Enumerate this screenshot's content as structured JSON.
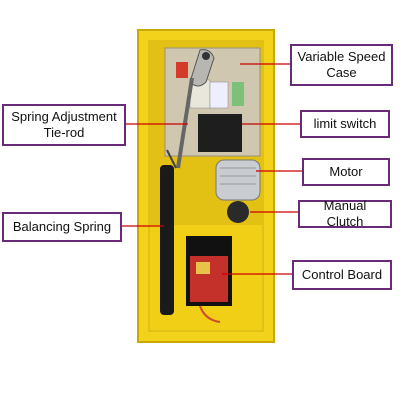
{
  "labels": {
    "variable_speed_case": "Variable Speed\nCase",
    "spring_adjustment": "Spring Adjustment\nTie-rod",
    "limit_switch": "limit switch",
    "motor": "Motor",
    "balancing_spring": "Balancing Spring",
    "manual_clutch": "Manual Clutch",
    "control_board": "Control Board"
  },
  "colors": {
    "cabinet": "#f2d21b",
    "callout_border": "#6a2a7a",
    "pointer_line": "#cc0000"
  }
}
